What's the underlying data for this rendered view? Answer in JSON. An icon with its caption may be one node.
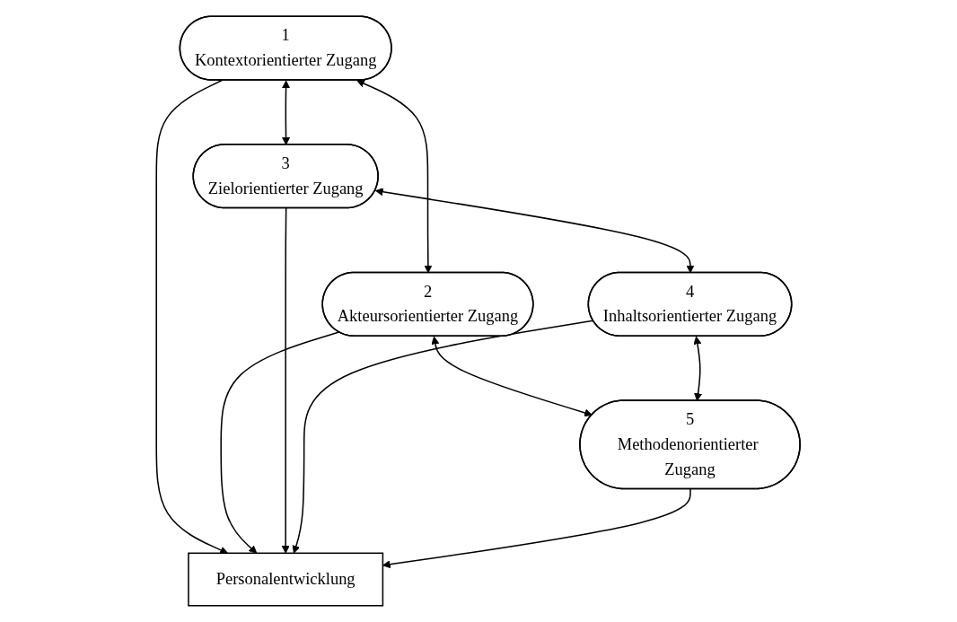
{
  "diagram": {
    "nodes": [
      {
        "text": [
          "1",
          "Kontextorientierter Zugang"
        ]
      },
      {
        "text": [
          "2",
          "Akteursorientierter Zugang"
        ]
      },
      {
        "text": [
          "Personalentwicklung"
        ]
      },
      {
        "text": [
          "3",
          "Zielorientierter Zugang"
        ]
      },
      {
        "text": [
          "5",
          "Methodenorientierter Zugang"
        ]
      },
      {
        "text": [
          "4",
          "Inhaltsorientierter Zugang"
        ]
      }
    ],
    "edges": [
      {
        "from": 0,
        "to": 1,
        "arrow": "both"
      },
      {
        "from": 0,
        "to": 2,
        "arrow": "to"
      },
      {
        "from": 1,
        "to": 2,
        "arrow": "to"
      },
      {
        "from": 0,
        "to": 3,
        "arrow": "both"
      },
      {
        "from": 1,
        "to": 4,
        "arrow": "both"
      },
      {
        "from": 3,
        "to": 2,
        "arrow": "to"
      },
      {
        "from": 5,
        "to": 2,
        "arrow": "to"
      },
      {
        "from": 4,
        "to": 2,
        "arrow": "to"
      },
      {
        "from": 3,
        "to": 5,
        "arrow": "both"
      },
      {
        "from": 5,
        "to": 4,
        "arrow": "both"
      }
    ]
  }
}
